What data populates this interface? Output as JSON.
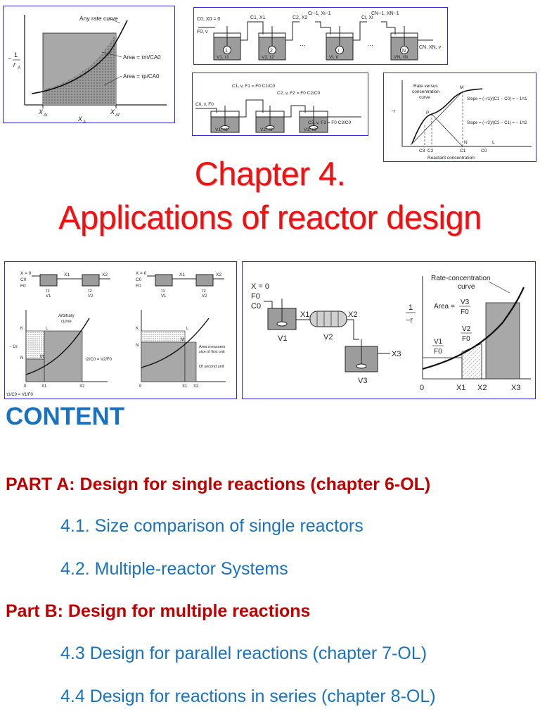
{
  "title": {
    "line1": "Chapter 4.",
    "line2": "Applications of reactor design"
  },
  "figures": {
    "fig1": {
      "curve_label": "Any rate curve",
      "ylabel_num": "1",
      "ylabel_minus": "−",
      "ylabel_den": "r",
      "ylabel_den_sub": "A",
      "x_i": "X",
      "x_i_sub": "Ai",
      "x_f": "X",
      "x_f_sub": "Af",
      "xlabel": "X",
      "xlabel_sub": "A",
      "area_m": "Area = τm/CA0",
      "area_p": "Area = τp/CA0"
    },
    "fig2": {
      "lbl0": "C0, X0 = 0",
      "lbl0b": "F0, v",
      "lbl1": "C1, X1",
      "lbl2": "C2, X2",
      "lbl3": "Ci−1, Xi−1",
      "lbl4": "Ci, Xi",
      "lbl5": "CN−1, XN−1",
      "lblout": "CN, XN, v",
      "dots1": "···",
      "dots2": "···",
      "t1": "1",
      "t2": "2",
      "t3": "i",
      "t4": "N",
      "v1": "V1, τ1",
      "v2": "V2, τ2",
      "v3": "Vi, τi",
      "v4": "VN, τN"
    },
    "fig3": {
      "in": "C0, v, F0",
      "lbl1": "C1, v, F1 = F0 C1/C0",
      "lbl2": "C2, v, F2 = F0 C2/C0",
      "out": "C3, v, F3 = F0 C3/C0",
      "v1": "V1, τ1",
      "v2": "V2, τ2",
      "v3": "V3, τ3"
    },
    "fig4": {
      "curve_label_1": "Rate versus",
      "curve_label_2": "concentration",
      "curve_label_3": "curve",
      "ylabel": "−r",
      "slope1": "Slope = (−r1)/(C1 − C0) = − 1/τ1",
      "slope2": "Slope = (−r2)/(C2 − C1) = − 1/τ2",
      "M": "M",
      "P": "P",
      "N": "N",
      "L": "L",
      "c3": "C3",
      "c2": "C2",
      "c1": "C1",
      "c0": "C0",
      "xlabel": "Reactant concentration"
    },
    "fig5": {
      "left": {
        "in1": "X = 0",
        "in2": "C0",
        "in3": "F0",
        "x1": "X1",
        "x2": "X2",
        "tau1": "τ1",
        "v1": "V1",
        "tau2": "τ2",
        "v2": "V2",
        "curve": "Arbitrary",
        "curve2": "curve",
        "K": "K",
        "L": "L",
        "N": "N",
        "M": "M",
        "ylabel": "− 1/r",
        "ratio": "τ2/C0 = V2/F0",
        "ratio_b": "τ1/C0 = V1/F0",
        "zero": "0",
        "xx1": "X1",
        "xx2": "X2"
      },
      "right": {
        "in1": "X = 0",
        "in2": "C0",
        "in3": "F0",
        "x1": "X1",
        "x2": "X2",
        "tau1": "τ1",
        "v1": "V1",
        "tau2": "τ2",
        "v2": "V2",
        "K": "K",
        "L": "L",
        "N": "N",
        "M": "M",
        "area1": "Area measures",
        "area2": "size of first unit",
        "area3": "Of second unit",
        "zero": "0",
        "xx1": "X1",
        "xx2": "X2"
      }
    },
    "fig6": {
      "x0": "X = 0",
      "f0": "F0",
      "c0": "C0",
      "x1": "X1",
      "x2": "X2",
      "x3": "X3",
      "v1": "V1",
      "v2": "V2",
      "v3": "V3",
      "curve1": "Rate-concentration",
      "curve2": "curve",
      "area": "Area =",
      "area_v": "V3",
      "area_f": "F0",
      "v1f_v": "V1",
      "v1f_f": "F0",
      "v2f_v": "V2",
      "v2f_f": "F0",
      "ylabel_num": "1",
      "ylabel_den": "−r",
      "zero": "0",
      "ax1": "X1",
      "ax2": "X2",
      "ax3": "X3"
    }
  },
  "content": {
    "heading": "CONTENT",
    "partA": "PART A: Design for single reactions (chapter 6-OL)",
    "items_a": [
      "4.1. Size comparison of single reactors",
      "4.2. Multiple-reactor Systems"
    ],
    "partB": "Part B: Design for multiple reactions",
    "items_b": [
      "4.3 Design for parallel reactions (chapter 7-OL)",
      "4.4 Design for reactions in series (chapter 8-OL)"
    ]
  },
  "colors": {
    "title": "#ee1111",
    "heading": "#1872c0",
    "part": "#c00000",
    "item": "#1872c0",
    "panel_border": "#2b2bd6"
  }
}
